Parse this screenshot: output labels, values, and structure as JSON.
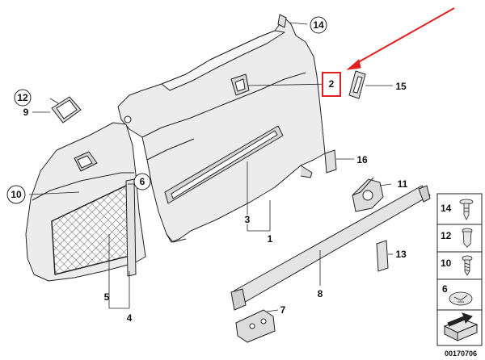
{
  "diagram": {
    "callouts": [
      {
        "id": "c14",
        "label": "14"
      },
      {
        "id": "c12",
        "label": "12"
      },
      {
        "id": "c9",
        "label": "9"
      },
      {
        "id": "c2",
        "label": "2"
      },
      {
        "id": "c15",
        "label": "15"
      },
      {
        "id": "c6",
        "label": "6"
      },
      {
        "id": "c10",
        "label": "10"
      },
      {
        "id": "c16",
        "label": "16"
      },
      {
        "id": "c11",
        "label": "11"
      },
      {
        "id": "c3",
        "label": "3"
      },
      {
        "id": "c1",
        "label": "1"
      },
      {
        "id": "c13",
        "label": "13"
      },
      {
        "id": "c5",
        "label": "5"
      },
      {
        "id": "c4",
        "label": "4"
      },
      {
        "id": "c8",
        "label": "8"
      },
      {
        "id": "c7",
        "label": "7"
      }
    ],
    "fastener_panel": [
      {
        "label": "14",
        "icon": "push-rivet-icon"
      },
      {
        "label": "12",
        "icon": "expanding-rivet-icon"
      },
      {
        "label": "10",
        "icon": "screw-icon"
      },
      {
        "label": "6",
        "icon": "clip-nut-icon"
      },
      {
        "label": "",
        "icon": "box-arrow-icon"
      }
    ],
    "diagram_code": "00170706",
    "highlight_color": "#e02020",
    "line_color": "#222222",
    "part_fill": "#e9e9e9"
  }
}
